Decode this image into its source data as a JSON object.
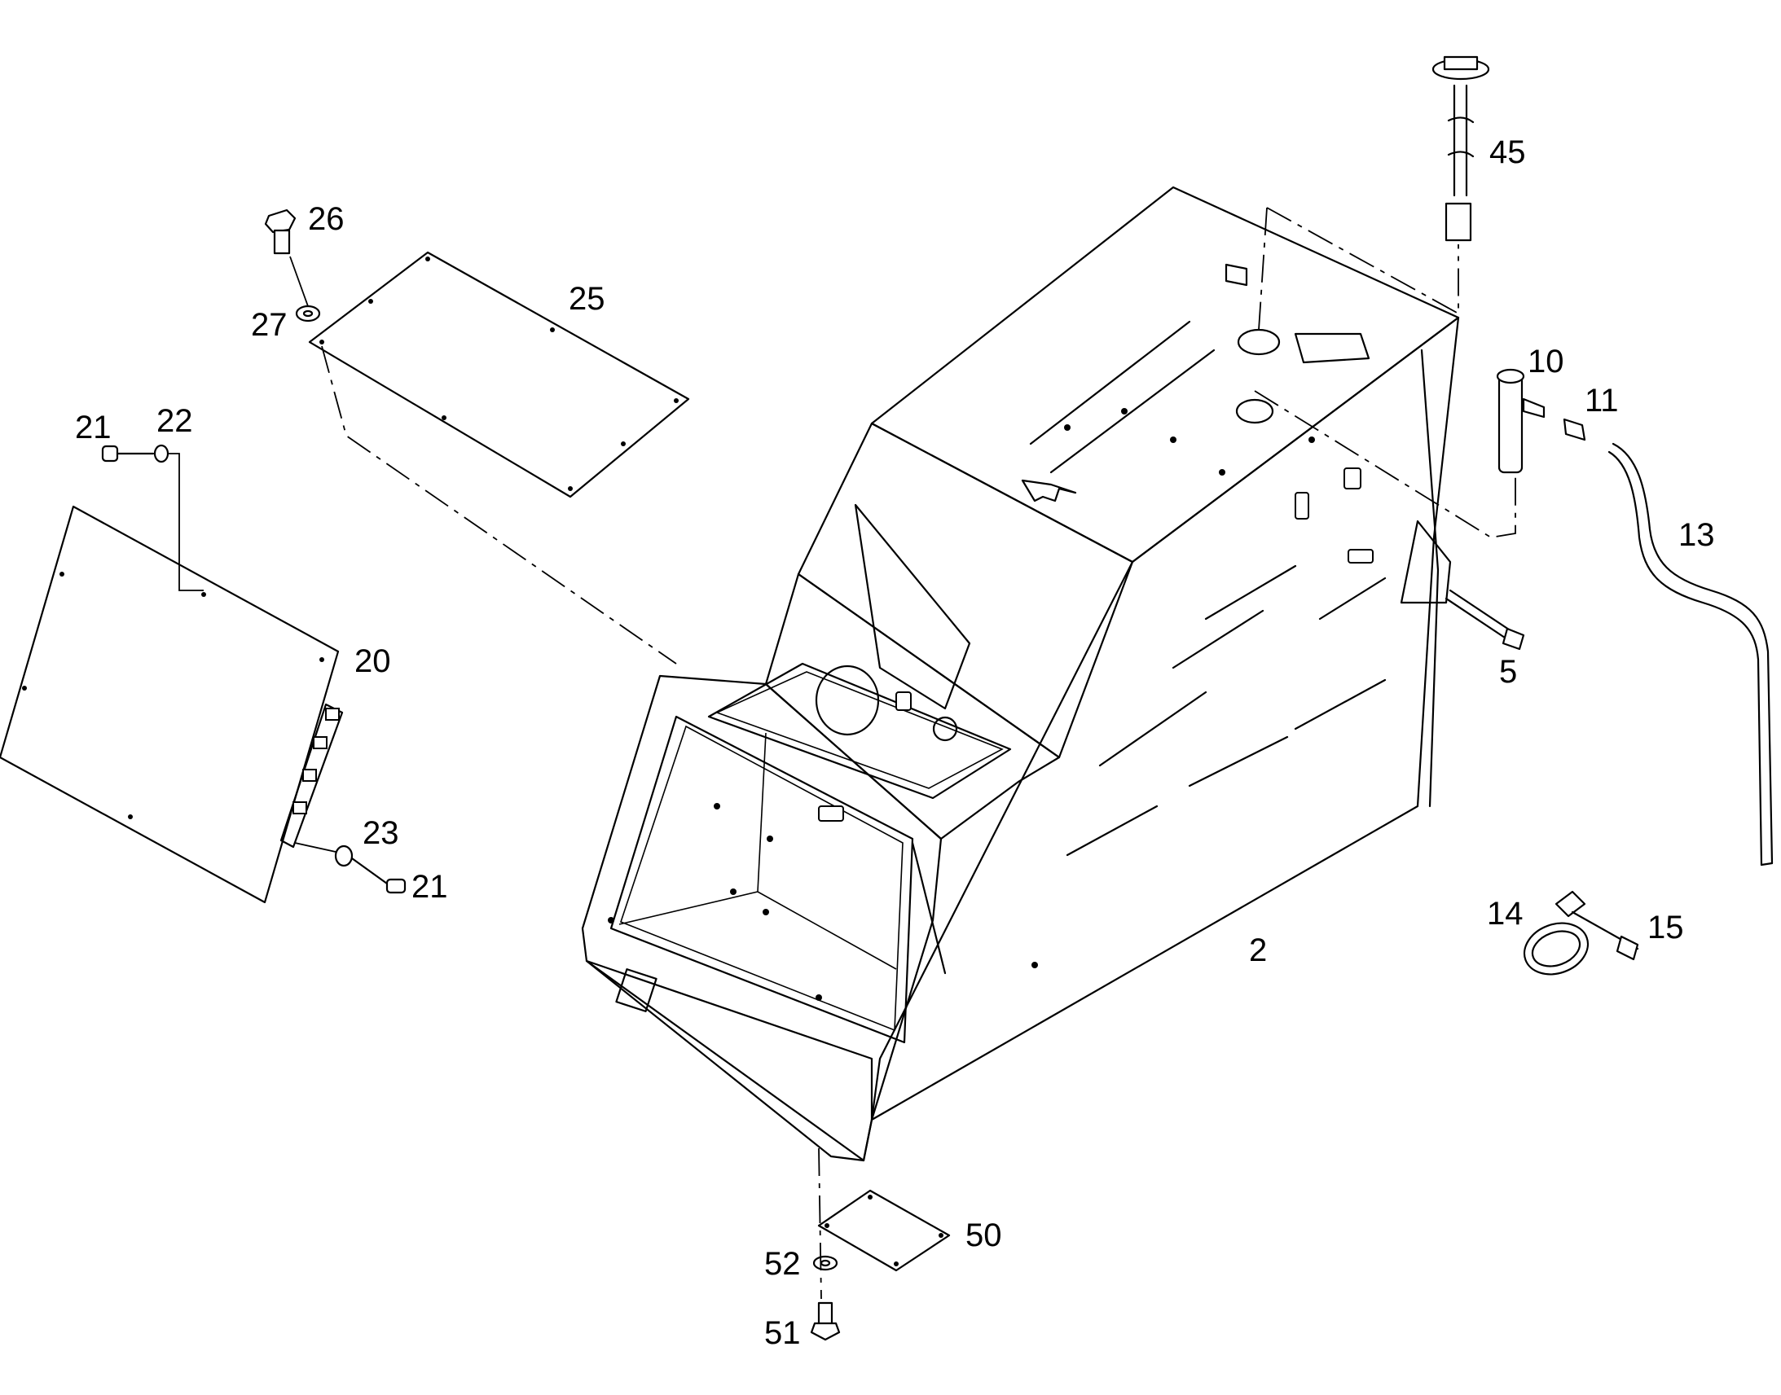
{
  "callouts": [
    {
      "id": "45",
      "text": "45"
    },
    {
      "id": "26",
      "text": "26"
    },
    {
      "id": "25",
      "text": "25"
    },
    {
      "id": "27",
      "text": "27"
    },
    {
      "id": "10",
      "text": "10"
    },
    {
      "id": "11",
      "text": "11"
    },
    {
      "id": "21a",
      "text": "21"
    },
    {
      "id": "22",
      "text": "22"
    },
    {
      "id": "13",
      "text": "13"
    },
    {
      "id": "20",
      "text": "20"
    },
    {
      "id": "5",
      "text": "5"
    },
    {
      "id": "23",
      "text": "23"
    },
    {
      "id": "21b",
      "text": "21"
    },
    {
      "id": "14",
      "text": "14"
    },
    {
      "id": "15",
      "text": "15"
    },
    {
      "id": "2",
      "text": "2"
    },
    {
      "id": "50",
      "text": "50"
    },
    {
      "id": "52",
      "text": "52"
    },
    {
      "id": "51",
      "text": "51"
    }
  ]
}
